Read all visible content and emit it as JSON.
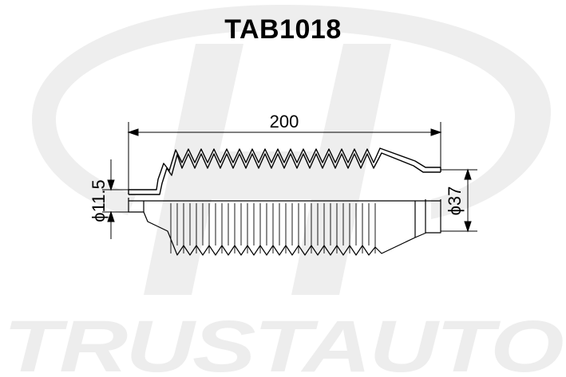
{
  "title": "TAB1018",
  "dimensions": {
    "length": "200",
    "small_diameter": "ϕ11.5",
    "large_diameter": "ϕ37"
  },
  "watermark": {
    "brand": "TRUSTAUTO",
    "color": "#ededed"
  },
  "colors": {
    "drawing": "#000000",
    "background": "#ffffff"
  }
}
